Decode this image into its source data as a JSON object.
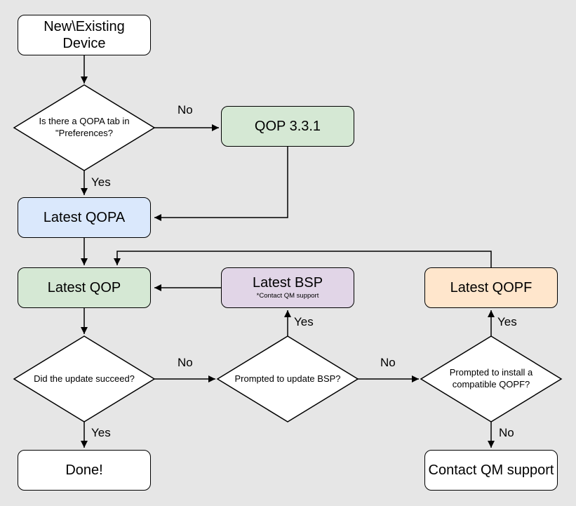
{
  "colors": {
    "background": "#e6e6e6",
    "border": "#000000",
    "white": "#ffffff",
    "green": "#d5e8d4",
    "blue": "#dae8fc",
    "purple": "#e1d5e7",
    "orange": "#ffe6cc"
  },
  "nodes": {
    "start": {
      "label": "New\\Existing Device"
    },
    "qopa_check": {
      "label": "Is there a QOPA tab in \"Preferences?"
    },
    "qop_331": {
      "label": "QOP 3.3.1"
    },
    "latest_qopa": {
      "label": "Latest QOPA"
    },
    "latest_qop": {
      "label": "Latest QOP"
    },
    "latest_bsp": {
      "label": "Latest BSP",
      "note": "*Contact QM support"
    },
    "latest_qopf": {
      "label": "Latest QOPF"
    },
    "update_check": {
      "label": "Did the update succeed?"
    },
    "bsp_prompt": {
      "label": "Prompted to update BSP?"
    },
    "qopf_prompt": {
      "label": "Prompted to install a compatible QOPF?"
    },
    "done": {
      "label": "Done!"
    },
    "contact_support": {
      "label": "Contact QM support"
    }
  },
  "edge_labels": {
    "qopa_no": "No",
    "qopa_yes": "Yes",
    "update_no": "No",
    "update_yes": "Yes",
    "bsp_yes": "Yes",
    "bsp_no": "No",
    "qopf_yes": "Yes",
    "qopf_no": "No"
  }
}
